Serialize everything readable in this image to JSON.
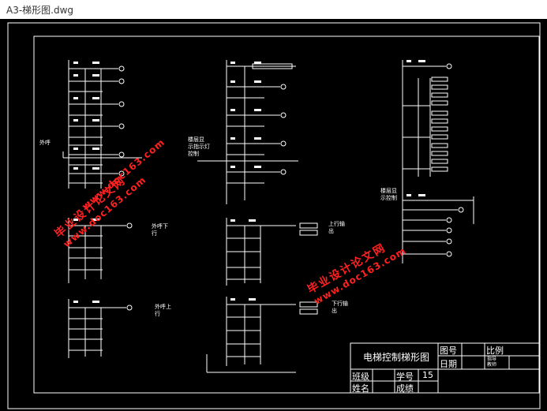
{
  "window": {
    "title": "A3-梯形图.dwg"
  },
  "labels": {
    "wai_hu": "外呼",
    "wai_hu_xia": "外呼下\n行",
    "wai_hu_shang": "外呼上\n行",
    "lou_ceng_zhi_shi": "楼层显\n示指示灯\n控制",
    "shang_xing_shu_chu": "上行输\n出",
    "xia_xing_shu_chu": "下行输\n出",
    "lou_ceng_xian_shi": "楼层显\n示控制"
  },
  "title_block": {
    "drawing_title": "电梯控制梯形图",
    "drawing_no_label": "图号",
    "scale_label": "比例",
    "date_label": "日期",
    "reviewer_label": "指导\n教师",
    "class_label": "班级",
    "student_no_label": "学号",
    "student_no_value": "15",
    "name_label": "姓名",
    "grade_label": "成绩"
  },
  "watermark": {
    "cn_text": "毕业设计论文网",
    "url_text": "www.doc163.com"
  },
  "colors": {
    "background": "#000000",
    "lines": "#ffffff",
    "watermark": "#ff2020"
  }
}
